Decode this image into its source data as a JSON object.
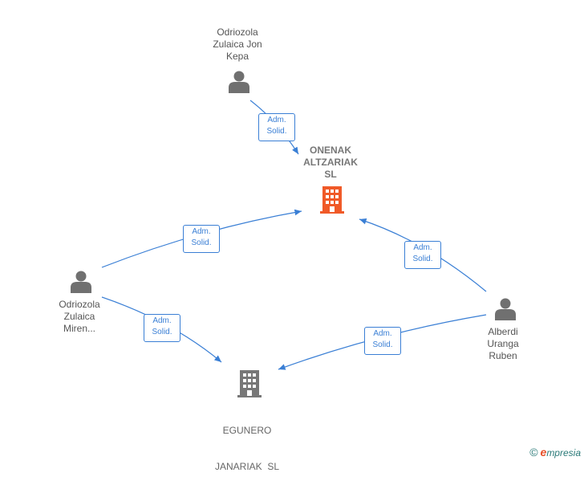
{
  "nodes": {
    "person_top": {
      "lines": [
        "Odriozola",
        "Zulaica Jon",
        "Kepa"
      ]
    },
    "company_main": {
      "lines": [
        "ONENAK",
        "ALTZARIAK",
        "SL"
      ]
    },
    "person_left": {
      "lines": [
        "Odriozola",
        "Zulaica",
        "Miren..."
      ]
    },
    "person_right": {
      "lines": [
        "Alberdi",
        "Uranga",
        "Ruben"
      ]
    },
    "company_bottom": {
      "lines": [
        "EGUNERO",
        "JANARIAK  SL"
      ]
    }
  },
  "edges": [
    {
      "id": "top_to_main",
      "label": [
        "Adm.",
        "Solid."
      ]
    },
    {
      "id": "left_to_main",
      "label": [
        "Adm.",
        "Solid."
      ]
    },
    {
      "id": "right_to_main",
      "label": [
        "Adm.",
        "Solid."
      ]
    },
    {
      "id": "left_to_bottom",
      "label": [
        "Adm.",
        "Solid."
      ]
    },
    {
      "id": "right_to_bottom",
      "label": [
        "Adm.",
        "Solid."
      ]
    }
  ],
  "colors": {
    "edge": "#3a7fd5",
    "person_icon": "#707070",
    "main_company": "#f05a28",
    "other_company": "#777777"
  },
  "footer": {
    "copyright": "©",
    "brand_e": "e",
    "brand_rest": "mpresia"
  }
}
